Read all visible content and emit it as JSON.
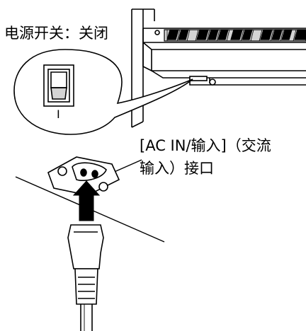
{
  "labels": {
    "power_switch_off": "电源开关：关闭",
    "ac_in_line1": "[AC IN/输入]（交流",
    "ac_in_line2": "输入）接口",
    "switch_mark": "I"
  },
  "colors": {
    "ink": "#000000",
    "paper": "#ffffff",
    "key_gray": "#d4d4d4"
  },
  "icons": {
    "arrow": "insert-up-arrow-icon",
    "plug": "power-plug-icon"
  }
}
